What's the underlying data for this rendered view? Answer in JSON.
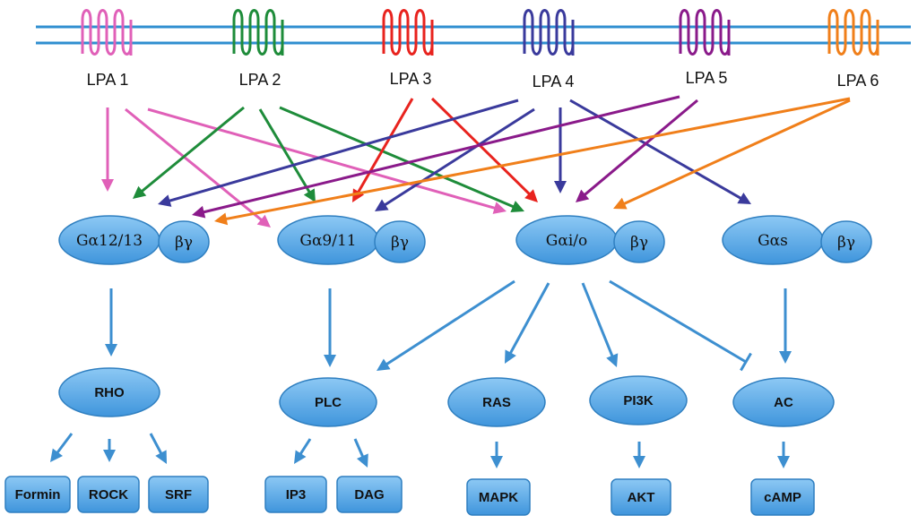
{
  "receptors": [
    {
      "label": "LPA 1",
      "color": "#e060b8"
    },
    {
      "label": "LPA 2",
      "color": "#1e8c3a"
    },
    {
      "label": "LPA 3",
      "color": "#e8231e"
    },
    {
      "label": "LPA 4",
      "color": "#3a3a9c"
    },
    {
      "label": "LPA 5",
      "color": "#8a1a8a"
    },
    {
      "label": "LPA 6",
      "color": "#f07f1a"
    }
  ],
  "g_proteins": [
    {
      "label": "Gα12/13",
      "beta_gamma": "βγ"
    },
    {
      "label": "Gα9/11",
      "beta_gamma": "βγ"
    },
    {
      "label": "Gαi/o",
      "beta_gamma": "βγ"
    },
    {
      "label": "Gαs",
      "beta_gamma": "βγ"
    }
  ],
  "effectors": [
    "RHO",
    "PLC",
    "RAS",
    "PI3K",
    "AC"
  ],
  "outputs": [
    "Formin",
    "ROCK",
    "SRF",
    "IP3",
    "DAG",
    "MAPK",
    "AKT",
    "cAMP"
  ],
  "colors": {
    "membrane": "#2f8fd0",
    "node_fill": "#5aa9e6",
    "node_stroke": "#2f7fc0",
    "pathway_arrow": "#3d8fd0"
  }
}
